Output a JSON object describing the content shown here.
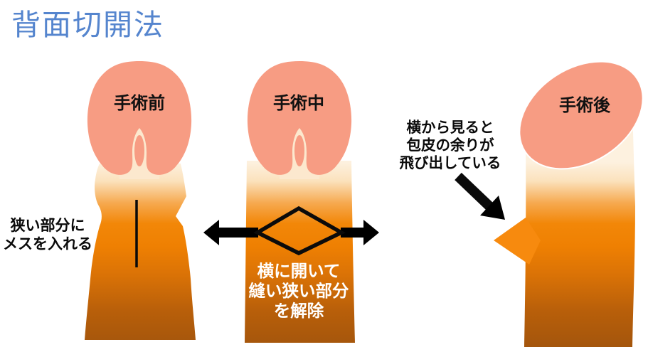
{
  "title": "背面切開法",
  "figures": {
    "before": {
      "label": "手術前"
    },
    "during": {
      "label": "手術中"
    },
    "after": {
      "label": "手術後"
    }
  },
  "annotations": {
    "incision": {
      "lines": [
        "狭い部分に",
        "メスを入れる"
      ]
    },
    "open": {
      "lines": [
        "横に開いて",
        "縫い狭い部分",
        "を解除"
      ]
    },
    "excess": {
      "lines": [
        "横から見ると",
        "包皮の余りが",
        "飛び出している"
      ]
    }
  },
  "colors": {
    "title": "#5585CE",
    "skin": "#F79C83",
    "inner_skin": "#FCE8CE",
    "shaft_gradient": [
      "#FDF1DF",
      "#FBE2BD",
      "#F6A94F",
      "#F28708",
      "#EF8002",
      "#DB7306",
      "#B85F0A",
      "#A3550C"
    ],
    "flap": "#F78A0E",
    "ink": "#000000",
    "open_label": "#FFFFFF"
  }
}
